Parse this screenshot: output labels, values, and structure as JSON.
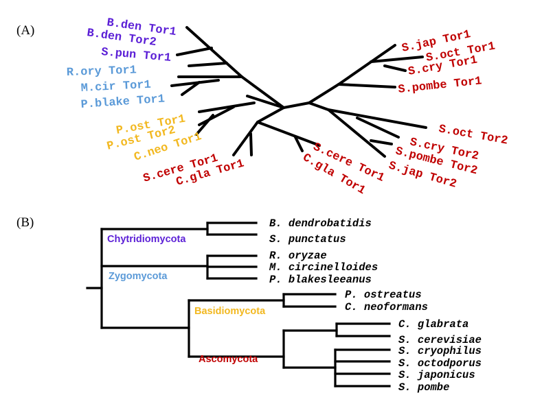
{
  "panel_a": {
    "label": "(A)",
    "leaves": [
      {
        "text": "B.den Tor1",
        "color": "#5b1fd6"
      },
      {
        "text": "B.den Tor2",
        "color": "#5b1fd6"
      },
      {
        "text": "S.pun Tor1",
        "color": "#5b1fd6"
      },
      {
        "text": "R.ory Tor1",
        "color": "#5b9ad8"
      },
      {
        "text": "M.cir Tor1",
        "color": "#5b9ad8"
      },
      {
        "text": "P.blake Tor1",
        "color": "#5b9ad8"
      },
      {
        "text": "P.ost Tor1",
        "color": "#f2b820"
      },
      {
        "text": "P.ost Tor2",
        "color": "#f2b820"
      },
      {
        "text": "C.neo Tor1",
        "color": "#f2b820"
      },
      {
        "text": "S.cere Tor1",
        "color": "#c00000"
      },
      {
        "text": "C.gla Tor1",
        "color": "#c00000"
      },
      {
        "text": "S.cere Tor1",
        "color": "#c00000"
      },
      {
        "text": "C.gla Tor1",
        "color": "#c00000"
      },
      {
        "text": "S.jap Tor1",
        "color": "#c00000"
      },
      {
        "text": "S.oct Tor1",
        "color": "#c00000"
      },
      {
        "text": "S.cry Tor1",
        "color": "#c00000"
      },
      {
        "text": "S.pombe Tor1",
        "color": "#c00000"
      },
      {
        "text": "S.oct Tor2",
        "color": "#c00000"
      },
      {
        "text": "S.cry Tor2",
        "color": "#c00000"
      },
      {
        "text": "S.pombe Tor2",
        "color": "#c00000"
      },
      {
        "text": "S.jap Tor2",
        "color": "#c00000"
      }
    ]
  },
  "panel_b": {
    "label": "(B)",
    "clades": [
      {
        "text": "Chytridiomycota",
        "color": "#5b1fd6"
      },
      {
        "text": "Zygomycota",
        "color": "#5b9ad8"
      },
      {
        "text": "Basidiomycota",
        "color": "#f2b820"
      },
      {
        "text": "Ascomycota",
        "color": "#c00000"
      }
    ],
    "species": [
      "B. dendrobatidis",
      "S. punctatus",
      "R. oryzae",
      "M. circinelloides",
      "P. blakesleeanus",
      "P. ostreatus",
      "C. neoformans",
      "C. glabrata",
      "S. cerevisiae",
      "S. cryophilus",
      "S. octodporus",
      "S. japonicus",
      "S. pombe"
    ]
  }
}
